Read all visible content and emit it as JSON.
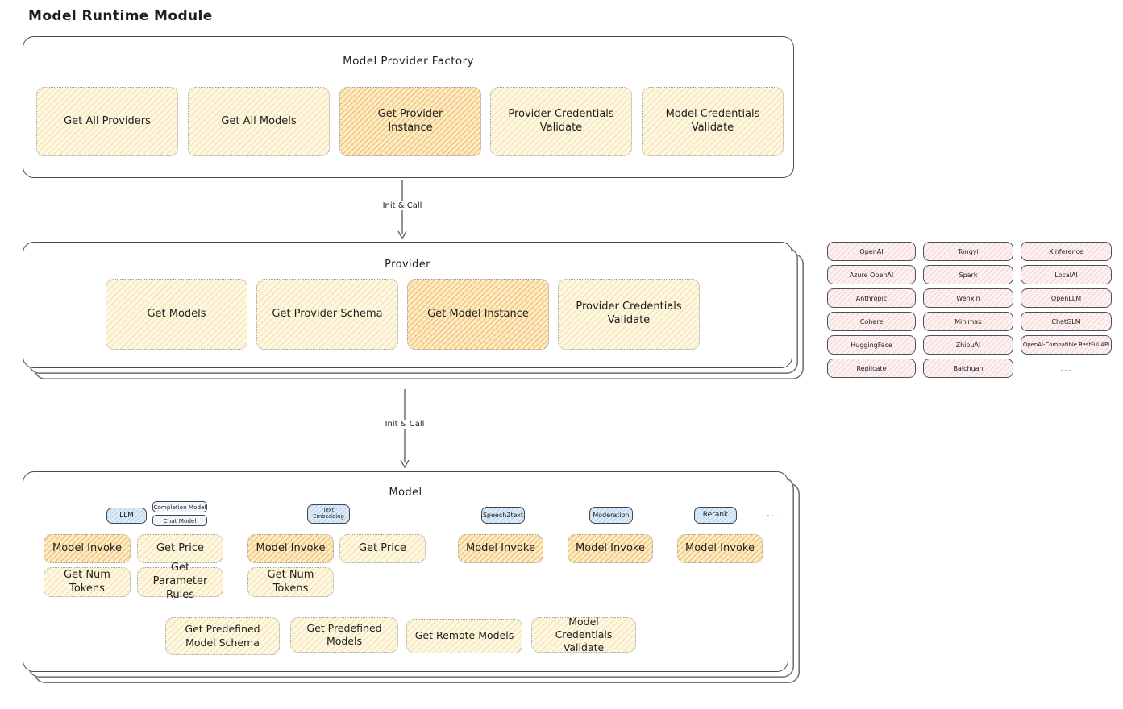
{
  "page_title": "Model Runtime Module",
  "factory": {
    "title": "Model Provider Factory",
    "buttons": [
      {
        "label": "Get All Providers",
        "highlight": false
      },
      {
        "label": "Get All Models",
        "highlight": false
      },
      {
        "label": "Get Provider Instance",
        "highlight": true
      },
      {
        "label": "Provider Credentials Validate",
        "highlight": false
      },
      {
        "label": "Model Credentials Validate",
        "highlight": false
      }
    ]
  },
  "arrows": {
    "init_call_1": "Init & Call",
    "init_call_2": "Init & Call"
  },
  "provider": {
    "title": "Provider",
    "buttons": [
      {
        "label": "Get Models",
        "highlight": false
      },
      {
        "label": "Get Provider Schema",
        "highlight": false
      },
      {
        "label": "Get Model Instance",
        "highlight": true
      },
      {
        "label": "Provider Credentials Validate",
        "highlight": false
      }
    ]
  },
  "providers_grid": {
    "cells": [
      "OpenAI",
      "Tongyi",
      "Xinference",
      "Azure OpenAI",
      "Spark",
      "LocalAI",
      "Anthropic",
      "Wenxin",
      "OpenLLM",
      "Cohere",
      "Minimax",
      "ChatGLM",
      "HuggingFace",
      "ZhipuAI",
      "OpenAI-Compatible RestFul API",
      "Replicate",
      "Baichuan",
      "..."
    ]
  },
  "model": {
    "title": "Model",
    "tabs": {
      "llm": "LLM",
      "completion_model": "Completion Model",
      "chat_model": "Chat Model",
      "text_embedding": "Text Embedding",
      "speech2text": "Speech2text",
      "moderation": "Moderation",
      "rerank": "Rerank",
      "more": "..."
    },
    "nodes": {
      "llm_model_invoke": "Model Invoke",
      "llm_get_price": "Get Price",
      "llm_get_num_tokens": "Get Num Tokens",
      "llm_get_parameter_rules": "Get Parameter Rules",
      "text_embedding_model_invoke": "Model Invoke",
      "text_embedding_get_price": "Get Price",
      "text_embedding_get_num_tokens": "Get Num Tokens",
      "speech2text_model_invoke": "Model Invoke",
      "moderation_model_invoke": "Model Invoke",
      "rerank_model_invoke": "Model Invoke"
    },
    "bottom_buttons": [
      {
        "label": "Get Predefined Model Schema"
      },
      {
        "label": "Get Predefined Models"
      },
      {
        "label": "Get Remote Models"
      },
      {
        "label": "Model Credentials Validate"
      }
    ]
  },
  "colors": {
    "node_yellow": "#fdf8e3",
    "node_yellow_highlight": "#fcedc8",
    "chip_pink": "#fdf2f2",
    "tab_blue": "#ddecf9",
    "stroke": "#494d52"
  }
}
